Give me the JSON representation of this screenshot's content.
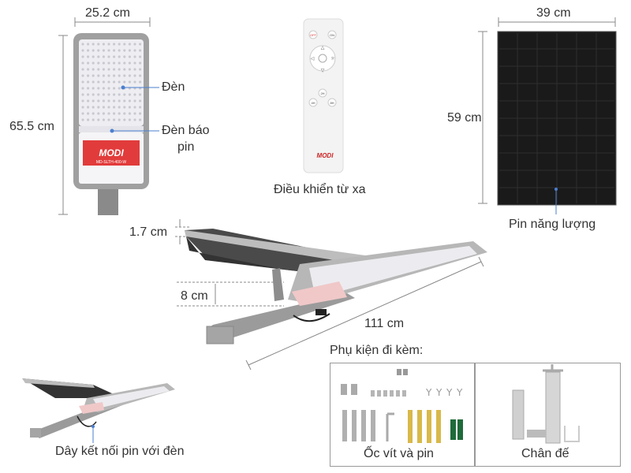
{
  "lamp": {
    "width": "25.2 cm",
    "height": "65.5 cm",
    "brand": "MODI",
    "model": "MD-SLTH-400-W",
    "label_led": "Đèn",
    "label_indicator_line1": "Đèn báo",
    "label_indicator_line2": "pin"
  },
  "remote": {
    "caption": "Điều khiển từ xa",
    "brand": "MODI",
    "btn_off": "OFF",
    "btn_on": "ON",
    "btn_2h": "2H",
    "btn_4h": "4H",
    "btn_8h": "8H"
  },
  "panel": {
    "width": "39 cm",
    "height": "59 cm",
    "caption": "Pin năng lượng"
  },
  "assembly": {
    "panel_thickness": "1.7 cm",
    "bracket_gap": "8 cm",
    "length": "111 cm"
  },
  "small_view": {
    "caption": "Dây kết nối pin với đèn"
  },
  "accessories": {
    "title": "Phụ kiện đi kèm:",
    "screws_caption": "Ốc vít và pin",
    "base_caption": "Chân đế"
  },
  "colors": {
    "housing": "#9a9a9a",
    "led": "#e9e9ee",
    "brand_red": "#d32f2f",
    "panel": "#1c1c1c"
  }
}
